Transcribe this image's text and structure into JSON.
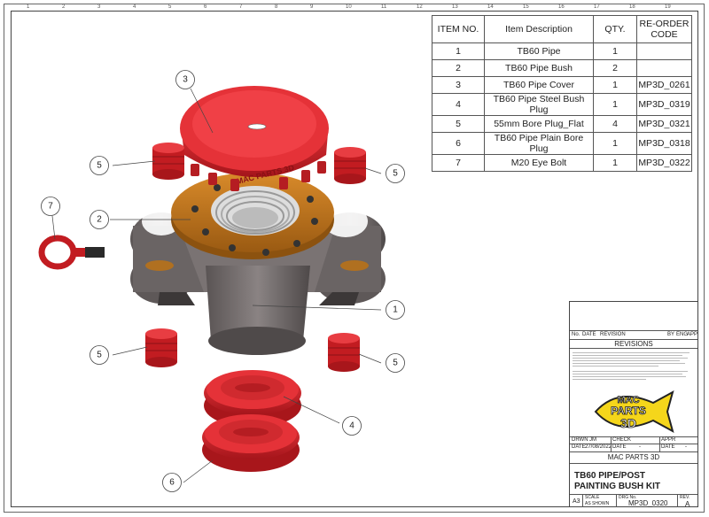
{
  "bom": {
    "headers": {
      "item": "ITEM NO.",
      "desc": "Item Description",
      "qty": "QTY.",
      "code": "RE-ORDER CODE"
    },
    "rows": [
      {
        "item": "1",
        "desc": "TB60 Pipe",
        "qty": "1",
        "code": ""
      },
      {
        "item": "2",
        "desc": "TB60 Pipe Bush",
        "qty": "2",
        "code": ""
      },
      {
        "item": "3",
        "desc": "TB60 Pipe Cover",
        "qty": "1",
        "code": "MP3D_0261"
      },
      {
        "item": "4",
        "desc": "TB60 Pipe Steel Bush Plug",
        "qty": "1",
        "code": "MP3D_0319"
      },
      {
        "item": "5",
        "desc": "55mm Bore Plug_Flat",
        "qty": "4",
        "code": "MP3D_0321"
      },
      {
        "item": "6",
        "desc": "TB60 Pipe Plain Bore Plug",
        "qty": "1",
        "code": "MP3D_0318"
      },
      {
        "item": "7",
        "desc": "M20 Eye Bolt",
        "qty": "1",
        "code": "MP3D_0322"
      }
    ]
  },
  "callouts": [
    "3",
    "5",
    "5",
    "2",
    "7",
    "1",
    "5",
    "5",
    "4",
    "6"
  ],
  "cover_text": "MAC PARTS 3D",
  "title_block": {
    "rev_headers": {
      "no": "No.",
      "date": "DATE",
      "revision": "REVISION",
      "by": "BY",
      "eng": "ENG",
      "app": "APP"
    },
    "revisions_label": "REVISIONS",
    "logo": {
      "line1": "MAC",
      "line2": "PARTS",
      "line3": "3D"
    },
    "drwn_label": "DRWN",
    "drwn_value": "JM",
    "check_label": "CHECK",
    "appr_label": "APPR",
    "date_label": "DATE",
    "date_value": "27/08/2022",
    "date2_label": "DATE",
    "date2_value": "-",
    "date3_label": "DATE",
    "date3_value": "-",
    "company": "MAC PARTS 3D",
    "title_line1": "TB60 PIPE/POST",
    "title_line2": "PAINTING BUSH KIT",
    "size_value": "A3",
    "scale_label": "SCALE",
    "scale_value": "AS SHOWN",
    "drg_label": "DRG No.",
    "drg_value": "MP3D_0320",
    "rev_label": "REV.",
    "rev_value": "A"
  },
  "colors": {
    "red": "#d8242a",
    "orange": "#c47a1f",
    "grey": "#6e6868",
    "yellow": "#f5d61b"
  }
}
